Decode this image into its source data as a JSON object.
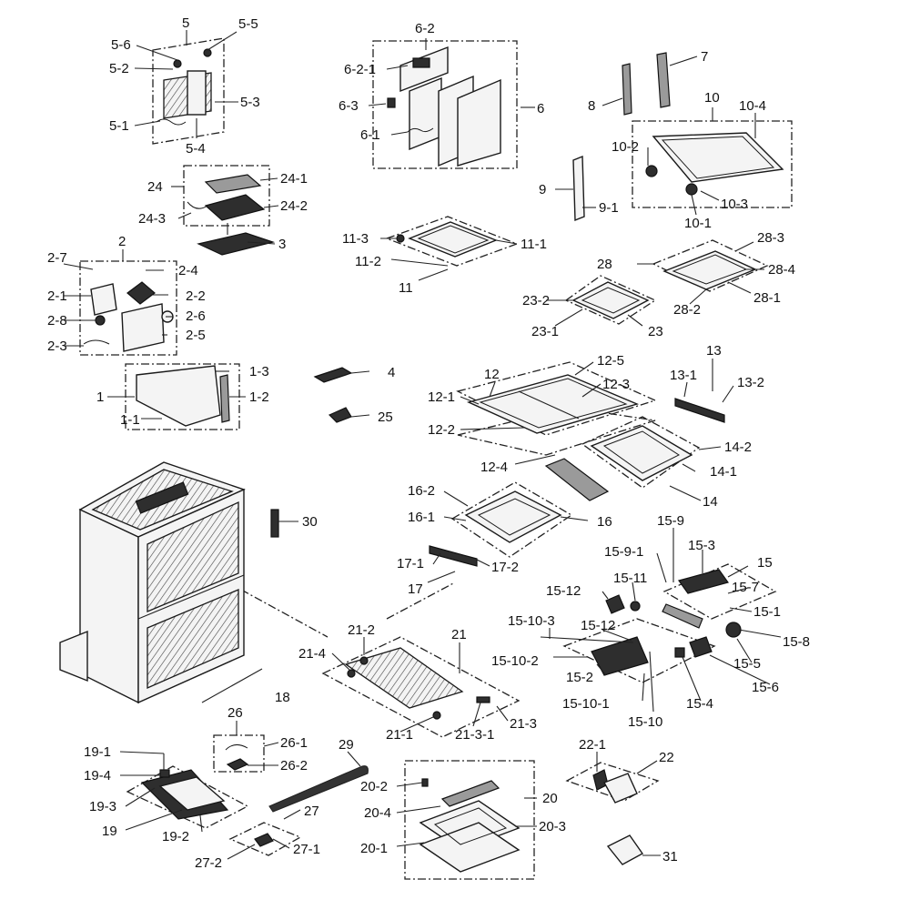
{
  "labels": [
    {
      "text": "5"
    },
    {
      "text": "5-5"
    },
    {
      "text": "5-6"
    },
    {
      "text": "5-2"
    },
    {
      "text": "5-3"
    },
    {
      "text": "5-1"
    },
    {
      "text": "5-4"
    },
    {
      "text": "6-2"
    },
    {
      "text": "6-2-1"
    },
    {
      "text": "6-3"
    },
    {
      "text": "6-1"
    },
    {
      "text": "6"
    },
    {
      "text": "7"
    },
    {
      "text": "8"
    },
    {
      "text": "10"
    },
    {
      "text": "10-4"
    },
    {
      "text": "10-2"
    },
    {
      "text": "9"
    },
    {
      "text": "9-1"
    },
    {
      "text": "10-3"
    },
    {
      "text": "10-1"
    },
    {
      "text": "24"
    },
    {
      "text": "24-1"
    },
    {
      "text": "24-2"
    },
    {
      "text": "24-3"
    },
    {
      "text": "3"
    },
    {
      "text": "11-3"
    },
    {
      "text": "11-1"
    },
    {
      "text": "11-2"
    },
    {
      "text": "11"
    },
    {
      "text": "28-3"
    },
    {
      "text": "28"
    },
    {
      "text": "28-4"
    },
    {
      "text": "28-1"
    },
    {
      "text": "28-2"
    },
    {
      "text": "23-2"
    },
    {
      "text": "23-1"
    },
    {
      "text": "23"
    },
    {
      "text": "2"
    },
    {
      "text": "2-7"
    },
    {
      "text": "2-4"
    },
    {
      "text": "2-1"
    },
    {
      "text": "2-2"
    },
    {
      "text": "2-8"
    },
    {
      "text": "2-6"
    },
    {
      "text": "2-3"
    },
    {
      "text": "2-5"
    },
    {
      "text": "1-3"
    },
    {
      "text": "1-2"
    },
    {
      "text": "1"
    },
    {
      "text": "1-1"
    },
    {
      "text": "4"
    },
    {
      "text": "25"
    },
    {
      "text": "13"
    },
    {
      "text": "12-5"
    },
    {
      "text": "12"
    },
    {
      "text": "13-1"
    },
    {
      "text": "13-2"
    },
    {
      "text": "12-3"
    },
    {
      "text": "12-1"
    },
    {
      "text": "12-2"
    },
    {
      "text": "12-4"
    },
    {
      "text": "14-2"
    },
    {
      "text": "14-1"
    },
    {
      "text": "14"
    },
    {
      "text": "16-2"
    },
    {
      "text": "16-1"
    },
    {
      "text": "16"
    },
    {
      "text": "17-1"
    },
    {
      "text": "17-2"
    },
    {
      "text": "17"
    },
    {
      "text": "30"
    },
    {
      "text": "15-9"
    },
    {
      "text": "15-9-1"
    },
    {
      "text": "15-3"
    },
    {
      "text": "15"
    },
    {
      "text": "15-7"
    },
    {
      "text": "15-12"
    },
    {
      "text": "15-11"
    },
    {
      "text": "15-1"
    },
    {
      "text": "15-10-3"
    },
    {
      "text": "15-12"
    },
    {
      "text": "15-8"
    },
    {
      "text": "15-10-2"
    },
    {
      "text": "15-5"
    },
    {
      "text": "15-2"
    },
    {
      "text": "15-6"
    },
    {
      "text": "15-10-1"
    },
    {
      "text": "15-4"
    },
    {
      "text": "15-10"
    },
    {
      "text": "21-2"
    },
    {
      "text": "21"
    },
    {
      "text": "21-4"
    },
    {
      "text": "18"
    },
    {
      "text": "21-1"
    },
    {
      "text": "21-3-1"
    },
    {
      "text": "21-3"
    },
    {
      "text": "26"
    },
    {
      "text": "26-1"
    },
    {
      "text": "26-2"
    },
    {
      "text": "29"
    },
    {
      "text": "27"
    },
    {
      "text": "27-1"
    },
    {
      "text": "27-2"
    },
    {
      "text": "19-1"
    },
    {
      "text": "19-4"
    },
    {
      "text": "19-3"
    },
    {
      "text": "19"
    },
    {
      "text": "19-2"
    },
    {
      "text": "20-2"
    },
    {
      "text": "20"
    },
    {
      "text": "20-4"
    },
    {
      "text": "20-3"
    },
    {
      "text": "20-1"
    },
    {
      "text": "22-1"
    },
    {
      "text": "22"
    },
    {
      "text": "31"
    }
  ]
}
